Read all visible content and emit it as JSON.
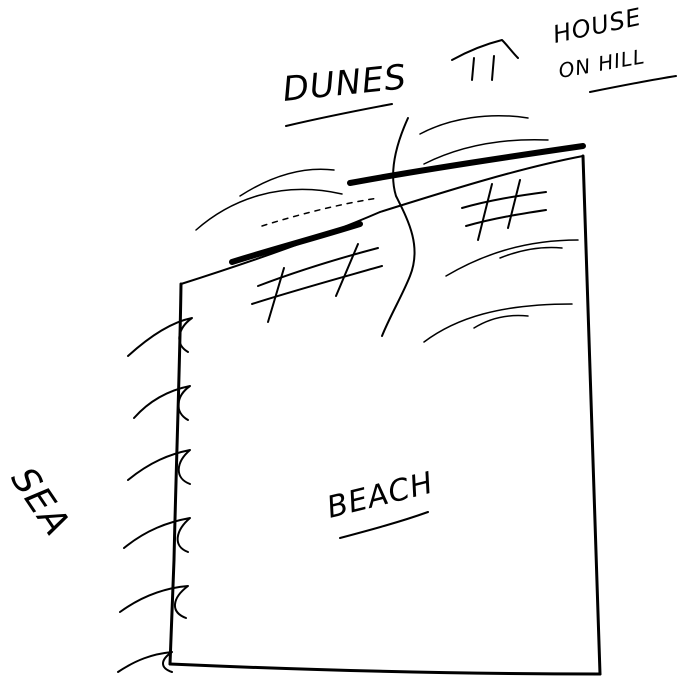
{
  "labels": {
    "dunes": "DUNES",
    "house_line1": "HOUSE",
    "house_line2": "ON HILL",
    "sea": "SEA",
    "beach": "BEACH"
  },
  "colors": {
    "background": "#ffffff",
    "ink": "#000000"
  },
  "icons": {
    "house": "house-roof-icon"
  }
}
